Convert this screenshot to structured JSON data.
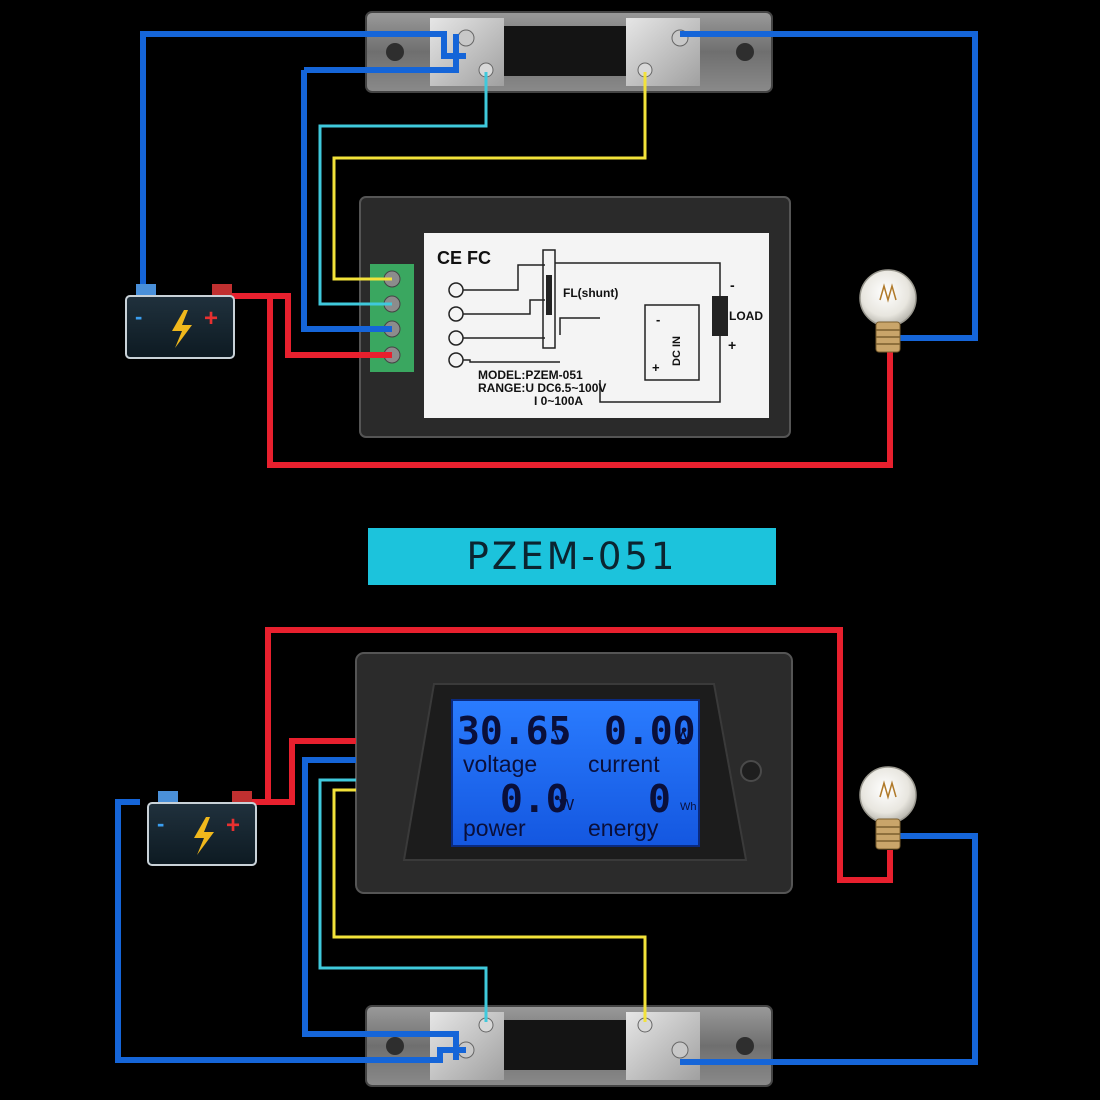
{
  "banner": {
    "model": "PZEM-051"
  },
  "top_meter": {
    "cert_marks": "CE FC",
    "shunt_label": "FL(shunt)",
    "load_label": "LOAD",
    "dc_in_label": "DC IN",
    "model_line": "MODEL:PZEM-051",
    "range_u_line": "RANGE:U DC6.5~100V",
    "range_i_line": "I 0~100A",
    "minus_sign": "-",
    "plus_sign": "+"
  },
  "lcd": {
    "voltage_value": "30.65",
    "voltage_unit": "V",
    "voltage_label": "voltage",
    "current_value": "0.00",
    "current_unit": "A",
    "current_label": "current",
    "power_value": "0.0",
    "power_unit": "W",
    "power_label": "power",
    "energy_value": "0",
    "energy_unit": "Wh",
    "energy_label": "energy"
  },
  "battery": {
    "minus": "-",
    "plus": "+"
  },
  "colors": {
    "wire_blue": "#1565d8",
    "wire_red": "#e8202e",
    "wire_cyan": "#3fc9dc",
    "wire_yellow": "#f2e23a",
    "lcd_blue": "#1b6cf2",
    "banner": "#1cc3dc"
  }
}
